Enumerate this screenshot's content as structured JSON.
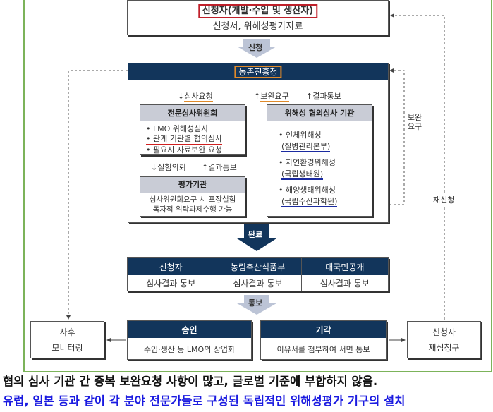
{
  "applicant": {
    "title": "신청자(개발·수입 및 생산자)",
    "docs": "신청서, 위해성평가자료"
  },
  "arrow_apply": "신청",
  "rda": {
    "title": "농촌진흥청",
    "req_review": "심사요청",
    "req_supplement": "보완요구",
    "result_notice": "결과통보"
  },
  "committee": {
    "title": "전문심사위원회",
    "items": [
      "• LMO 위해성심사",
      "• 관계 기관별 협의심사",
      "• 필요시 자료보완 요청"
    ]
  },
  "lab_request": "실험의뢰",
  "lab_result": "결과통보",
  "eval": {
    "title": "평가기관",
    "line1": "심사위원회요구 시 포장실험",
    "line2": "독자적 위탁과제수행 가능"
  },
  "consult": {
    "title": "위해성 협의심사 기관",
    "items": [
      {
        "name": "• 인체위해성",
        "org": "(질병관리본부)"
      },
      {
        "name": "• 자연환경위해성",
        "org": "(국립생태원)"
      },
      {
        "name": "• 해양생태위해성",
        "org": "(국립수산과학원)"
      }
    ]
  },
  "side_supplement": "보완\n요구",
  "side_reapply": "재신청",
  "arrow_done": "완료",
  "results": {
    "headers": [
      "신청자",
      "농림축산식품부",
      "대국민공개"
    ],
    "cells": [
      "심사결과 통보",
      "심사결과 통보",
      "심사결과 통보"
    ]
  },
  "arrow_notify": "통보",
  "approve": {
    "title": "승인",
    "body": "수입·생산 등 LMO의 상업화"
  },
  "reject": {
    "title": "기각",
    "body": "이유서를 첨부하여 서면 통보"
  },
  "monitor": {
    "line1": "사후",
    "line2": "모니터링"
  },
  "rereview": {
    "line1": "신청자",
    "line2": "재심청구"
  },
  "note1": "협의 심사 기관 간 중복 보완요청 사항이 많고, 글로벌 기준에 부합하지 않음.",
  "note2": "유럽, 일본 등과 같이 각 분야 전문가들로 구성된 독립적인 위해성평가 기구의 설치"
}
